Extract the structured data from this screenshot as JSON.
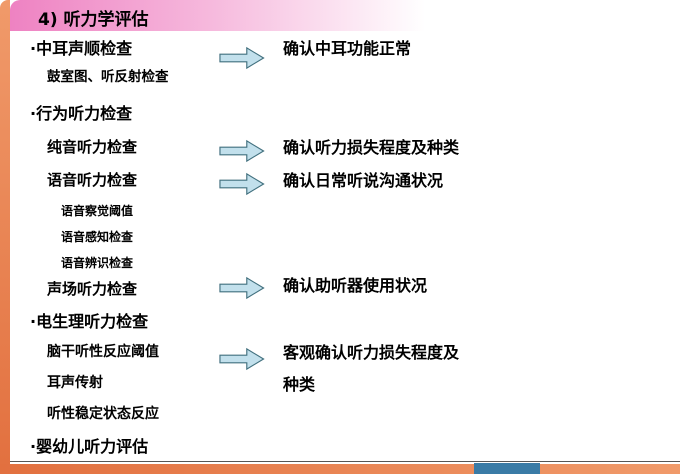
{
  "header": {
    "title": "4) 听力学评估"
  },
  "left_column": {
    "middle_ear": "·中耳声顺检查",
    "tympanometry": "鼓室图、听反射检查",
    "behavioral": "·行为听力检查",
    "pure_tone": "纯音听力检查",
    "speech": "语音听力检查",
    "speech_awareness": "语音察觉阈值",
    "speech_perception": "语音感知检查",
    "speech_recognition": "语音辨识检查",
    "sound_field": "声场听力检查",
    "electrophysiological": "·电生理听力检查",
    "abr_threshold": "脑干听性反应阈值",
    "oae": "耳声传射",
    "assr": "听性稳定状态反应",
    "infant": "·婴幼儿听力评估"
  },
  "right_column": {
    "middle_ear_result": "确认中耳功能正常",
    "pure_tone_result": "确认听力损失程度及种类",
    "speech_result": "确认日常听说沟通状况",
    "sound_field_result": "确认助听器使用状况",
    "abr_result_line1": "客观确认听力损失程度及",
    "abr_result_line2": "种类"
  },
  "icons": {
    "arrow": "right-arrow"
  },
  "colors": {
    "header_pink": "#ee82c2",
    "border_orange": "#e2703f",
    "arrow_fill": "#c2e0ec",
    "arrow_stroke": "#41707e",
    "decor_teal": "#3a7ba6",
    "text": "#000000"
  }
}
